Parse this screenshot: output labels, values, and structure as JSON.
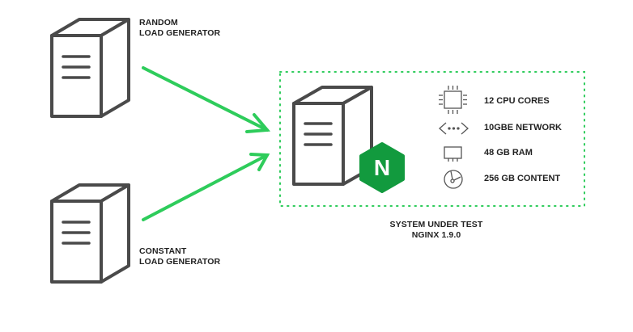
{
  "colors": {
    "accent": "#2ecc5b",
    "server_stroke": "#4a4a4a",
    "nginx_green": "#129a3e",
    "text": "#222222"
  },
  "random_generator": {
    "line1": "RANDOM",
    "line2": "LOAD GENERATOR",
    "icon": "server-icon"
  },
  "constant_generator": {
    "line1": "CONSTANT",
    "line2": "LOAD GENERATOR",
    "icon": "server-icon"
  },
  "system_under_test": {
    "line1": "SYSTEM UNDER TEST",
    "line2": "NGINX 1.9.0",
    "logo_letter": "N",
    "specs": [
      {
        "icon": "cpu-icon",
        "label": "12 CPU CORES"
      },
      {
        "icon": "network-icon",
        "label": "10GBE NETWORK"
      },
      {
        "icon": "ram-icon",
        "label": "48 GB RAM"
      },
      {
        "icon": "disk-icon",
        "label": "256 GB CONTENT"
      }
    ]
  }
}
